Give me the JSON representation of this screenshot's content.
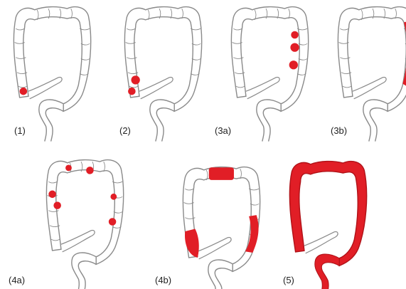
{
  "figure": {
    "panels": [
      {
        "label": "(1)",
        "color_mode": "focal",
        "sites": [
          "cecum"
        ]
      },
      {
        "label": "(2)",
        "color_mode": "focal",
        "sites": [
          "cecum",
          "cecum-lower"
        ]
      },
      {
        "label": "(3a)",
        "color_mode": "focal",
        "sites": [
          "descending-upper",
          "descending-mid",
          "descending-lower"
        ]
      },
      {
        "label": "(3b)",
        "color_mode": "segment",
        "sites": [
          "descending-colon"
        ]
      },
      {
        "label": "(4a)",
        "color_mode": "focal",
        "sites": [
          "transverse-left",
          "transverse-mid",
          "ascending-upper",
          "ascending-lower",
          "descending-upper",
          "descending-lower"
        ]
      },
      {
        "label": "(4b)",
        "color_mode": "segment",
        "sites": [
          "transverse-colon",
          "cecum-segment",
          "descending-lower-segment"
        ]
      },
      {
        "label": "(5)",
        "color_mode": "total",
        "sites": [
          "entire-colon"
        ]
      }
    ],
    "colors": {
      "lesion": "#e11e26",
      "outline": "#8a8a8a",
      "colon_fill": "#ffffff",
      "label_text": "#222222"
    }
  }
}
